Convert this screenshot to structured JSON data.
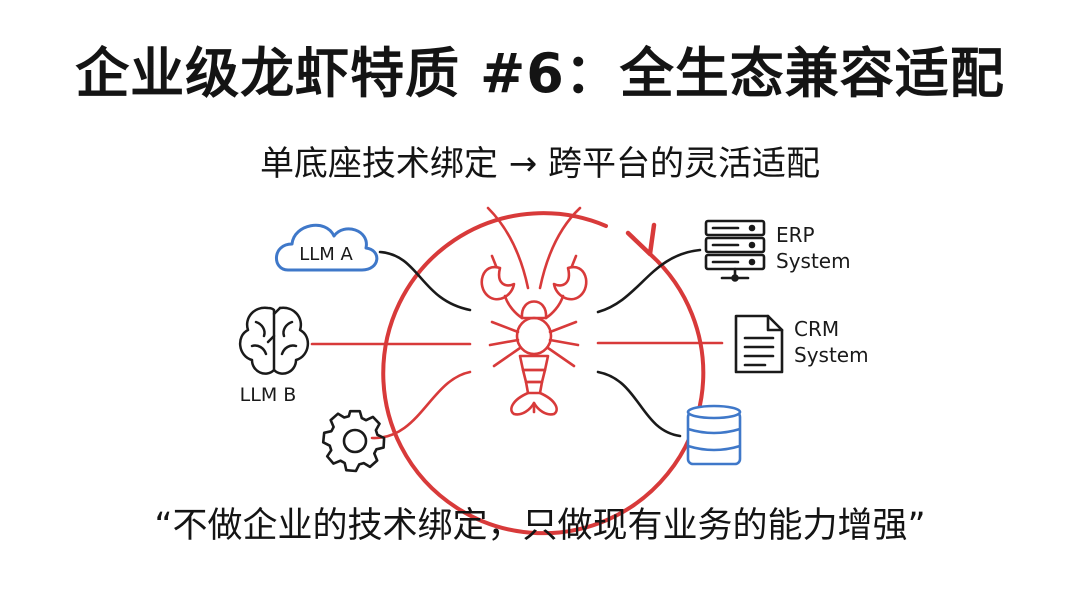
{
  "title": "企业级龙虾特质 #6：全生态兼容适配",
  "subtitle": "单底座技术绑定 → 跨平台的灵活适配",
  "quote": "“不做企业的技术绑定，只做现有业务的能力增强”",
  "nodes": {
    "llm_a": "LLM A",
    "llm_b": "LLM B",
    "erp": {
      "line1": "ERP",
      "line2": "System"
    },
    "crm": {
      "line1": "CRM",
      "line2": "System"
    }
  },
  "icons": {
    "llm_a": "cloud-icon",
    "llm_b": "brain-icon",
    "tool": "gear-icon",
    "erp": "server-icon",
    "crm": "document-icon",
    "database": "database-icon",
    "center": "lobster-icon"
  },
  "colors": {
    "accent_red": "#d83a3a",
    "accent_blue": "#3f78c9",
    "ink": "#1a1a1a"
  }
}
